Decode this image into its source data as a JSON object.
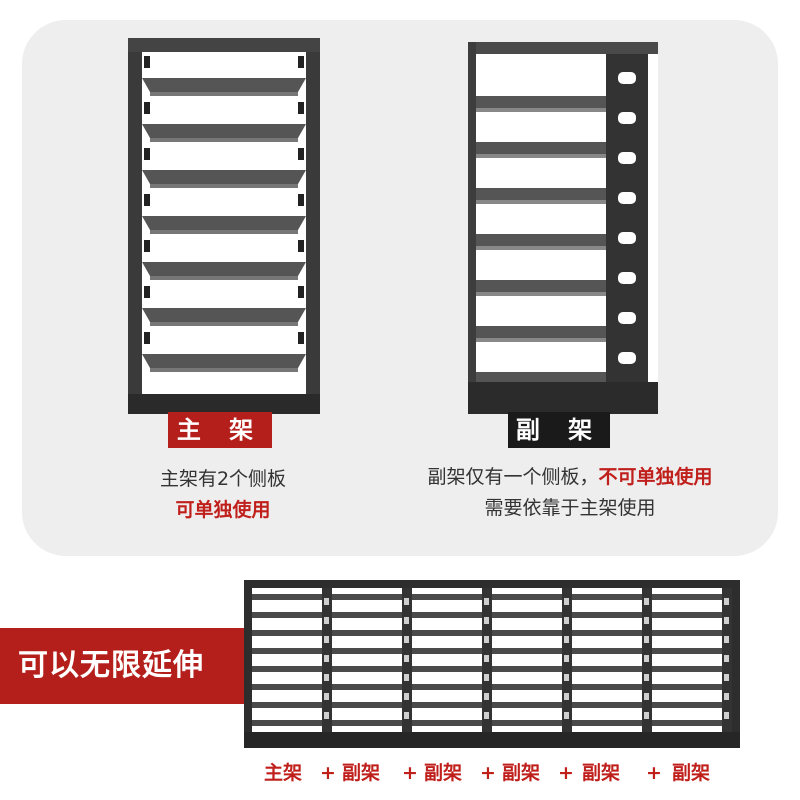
{
  "main_rack": {
    "tag_label": "主 架",
    "description_line1": "主架有2个侧板",
    "description_line2": "可单独使用"
  },
  "sub_rack": {
    "tag_label": "副 架",
    "description_prefix": "副架仅有一个侧板，",
    "description_highlight": "不可单独使用",
    "description_line2": "需要依靠于主架使用"
  },
  "banner": {
    "text": "可以无限延伸"
  },
  "formula": {
    "items": [
      "主架",
      "+",
      "副架",
      "+",
      "副架",
      "+",
      "副架",
      "+",
      "副架",
      "+",
      "副架"
    ]
  },
  "colors": {
    "accent_red": "#b51f1b",
    "rack_dark": "#3a3a3a",
    "panel_bg": "#efeeee"
  }
}
